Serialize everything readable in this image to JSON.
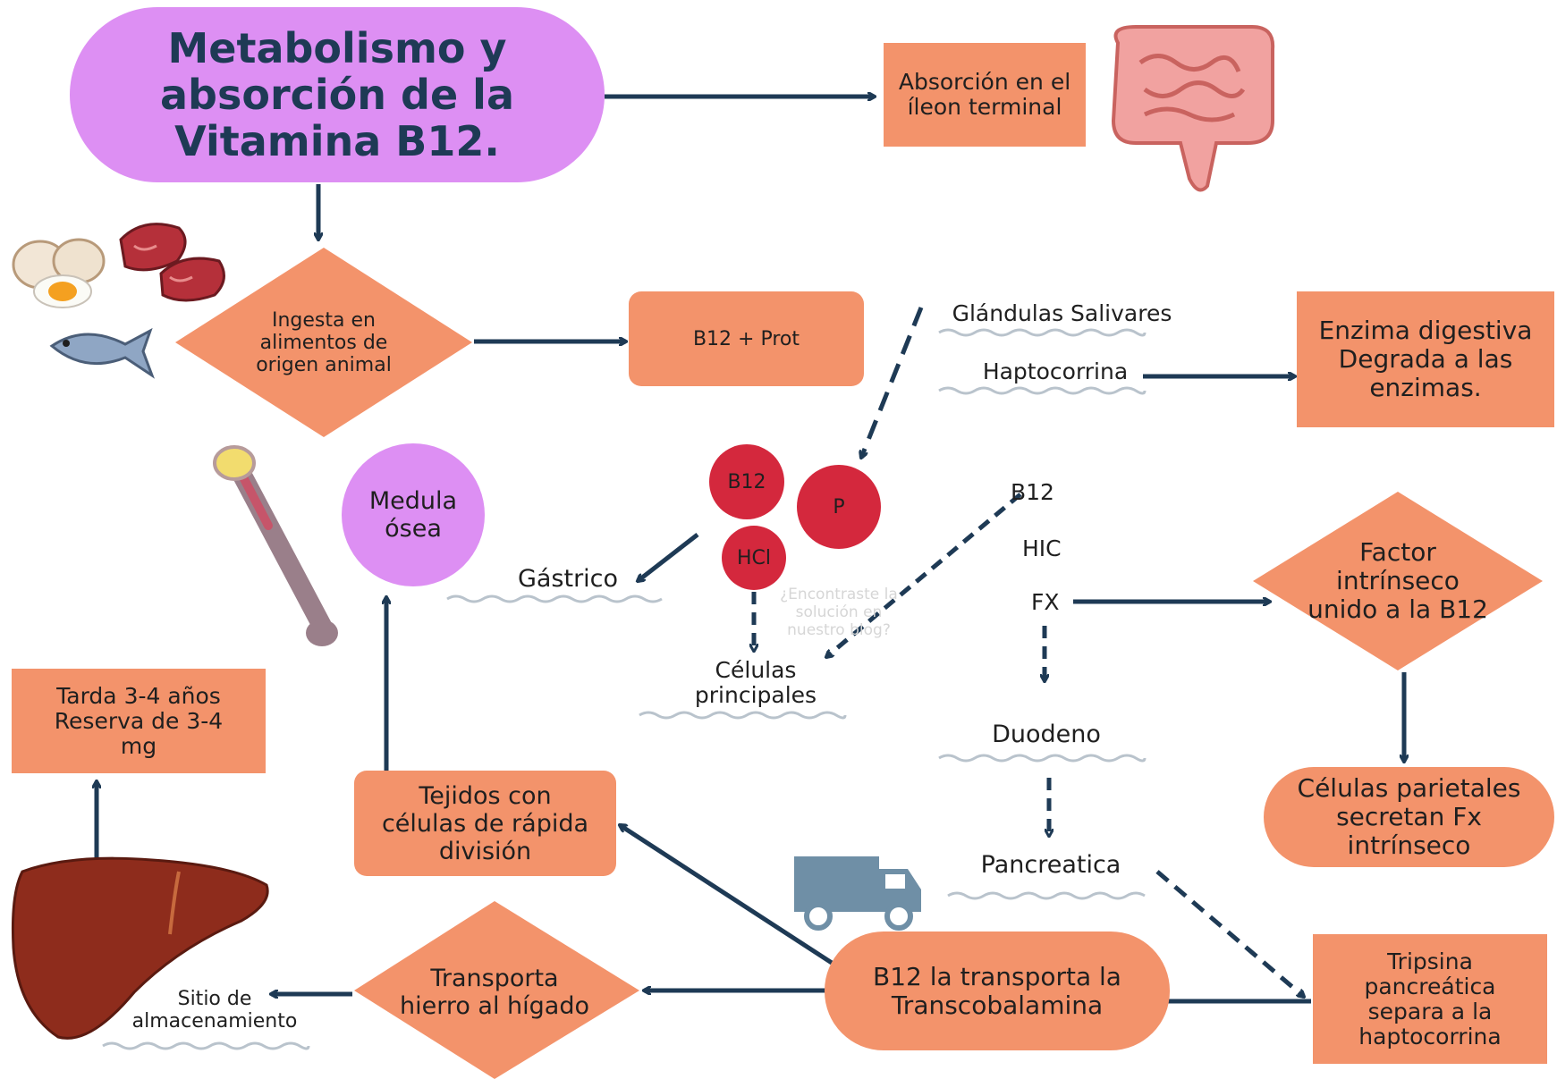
{
  "title": "Metabolismo y\nabsorción de la\nVitamina B12.",
  "nodes": {
    "absorcion_ileon": "Absorción en el\níleon terminal",
    "ingesta": "Ingesta en\nalimentos de\norigen animal",
    "b12_prot": "B12 + Prot",
    "glandulas": "Glándulas Salivares",
    "haptocorrina": "Haptocorrina",
    "enzima": "Enzima digestiva\nDegrada a las\nenzimas.",
    "medula": "Medula\nósea",
    "circle_b12": "B12",
    "circle_p": "P",
    "circle_hcl": "HCl",
    "gastrico": "Gástrico",
    "celulas_principales": "Células\nprincipales",
    "b12_label": "B12",
    "hic_label": "HIC",
    "fx_label": "FX",
    "factor_intrinseco": "Factor\nintrínseco\nunido a la B12",
    "duodeno": "Duodeno",
    "celulas_parietales": "Células parietales\nsecretan Fx\nintrínseco",
    "tarda": "Tarda 3-4 años\nReserva de 3-4\nmg",
    "tejidos": "Tejidos con\ncélulas de rápida\ndivisión",
    "pancreatica": "Pancreatica",
    "tripsina": "Tripsina\npancreática\nsepara a la\nhaptocorrina",
    "transcobalamina": "B12 la transporta la\nTranscobalamina",
    "transporta_hierro": "Transporta\nhierro al hígado",
    "sitio": "Sitio de\nalmacenamiento"
  },
  "watermark": "¿Encontraste la\nsolución en\nnuestro blog?",
  "icons": [
    "eggs-icon",
    "meat-icon",
    "fish-icon",
    "intestine-icon",
    "bone-icon",
    "liver-icon",
    "truck-icon"
  ],
  "colors": {
    "box": "#f3936b",
    "title_bg": "#dd8ff3",
    "arrow": "#1e3a55",
    "circle_red": "#d4283d",
    "title_text": "#1e3a55",
    "squiggle": "#b9c3cc"
  }
}
